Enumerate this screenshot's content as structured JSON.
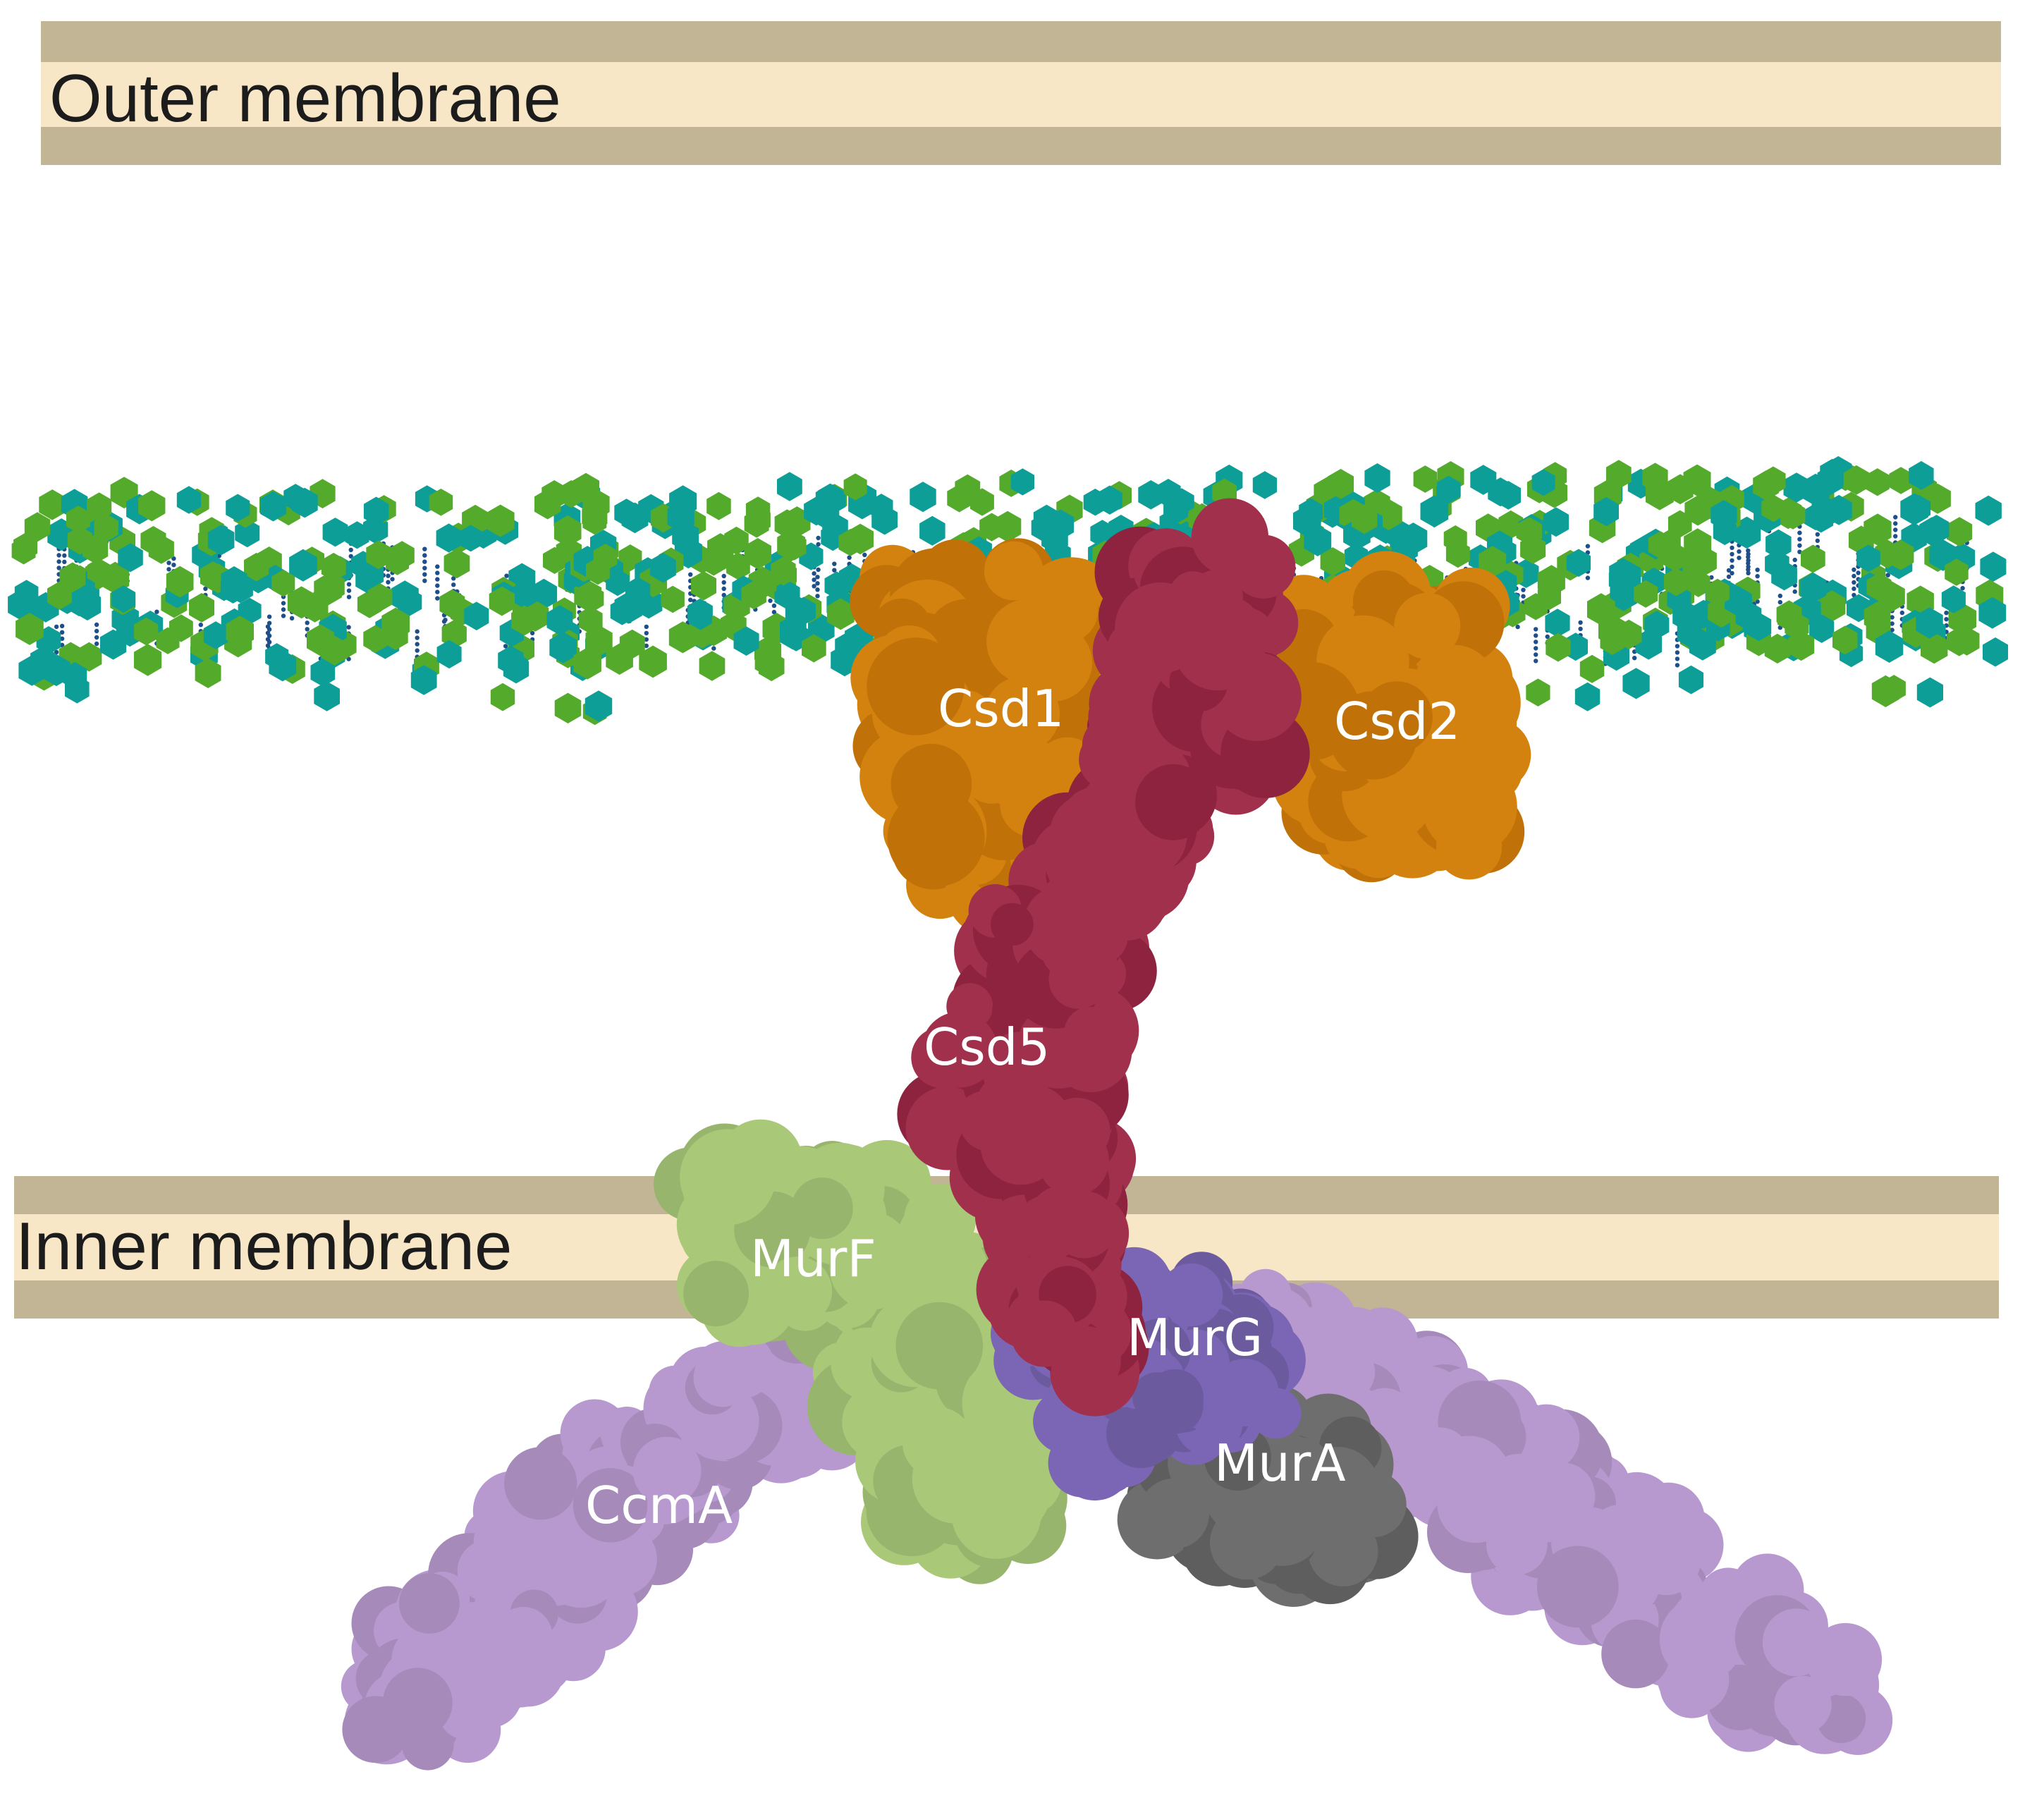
{
  "membranes": {
    "outer_label": "Outer membrane",
    "inner_label": "Inner membrane"
  },
  "proteins": {
    "csd1": "Csd1",
    "csd2": "Csd2",
    "csd5": "Csd5",
    "murf": "MurF",
    "murg": "MurG",
    "mura": "MurA",
    "ccma": "CcmA"
  },
  "colors": {
    "membrane_edge": "#c2b596",
    "membrane_core": "#f8e7c6",
    "peptidoglycan_green": "#54aa2a",
    "peptidoglycan_teal": "#0e9e98",
    "peptidoglycan_link": "#1f4f8a",
    "csd": "#d4820f",
    "csd_dark": "#c07208",
    "csd5": "#a0304c",
    "csd5_dark": "#8e2340",
    "murf": "#a9c979",
    "murg": "#7b66b5",
    "mura": "#6e6e6e",
    "ccma": "#b799cf"
  }
}
